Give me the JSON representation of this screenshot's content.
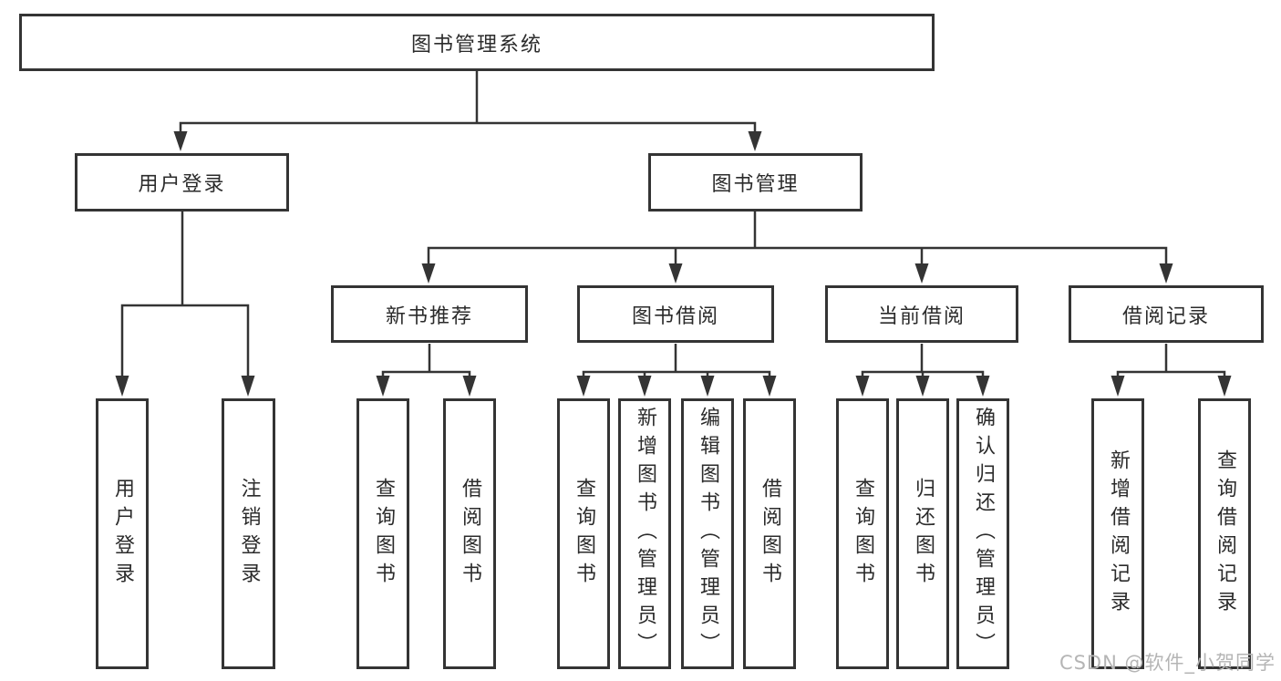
{
  "diagram": {
    "watermark": "CSDN @软件_小贺同学",
    "colors": {
      "line": "#343434",
      "box_border": "#343434",
      "box_background": "#ffffff",
      "text": "#2b2b2b",
      "watermark_text": "#b5b5b5"
    },
    "tree": {
      "label": "图书管理系统",
      "children": [
        {
          "label": "用户登录",
          "children": [
            {
              "label": "用户登录"
            },
            {
              "label": "注销登录"
            }
          ]
        },
        {
          "label": "图书管理",
          "children": [
            {
              "label": "新书推荐",
              "children": [
                {
                  "label": "查询图书"
                },
                {
                  "label": "借阅图书"
                }
              ]
            },
            {
              "label": "图书借阅",
              "children": [
                {
                  "label": "查询图书"
                },
                {
                  "label": "新增图书（管理员）"
                },
                {
                  "label": "编辑图书（管理员）"
                },
                {
                  "label": "借阅图书"
                }
              ]
            },
            {
              "label": "当前借阅",
              "children": [
                {
                  "label": "查询图书"
                },
                {
                  "label": "归还图书"
                },
                {
                  "label": "确认归还（管理员）"
                }
              ]
            },
            {
              "label": "借阅记录",
              "children": [
                {
                  "label": "新增借阅记录"
                },
                {
                  "label": "查询借阅记录"
                }
              ]
            }
          ]
        }
      ]
    }
  }
}
